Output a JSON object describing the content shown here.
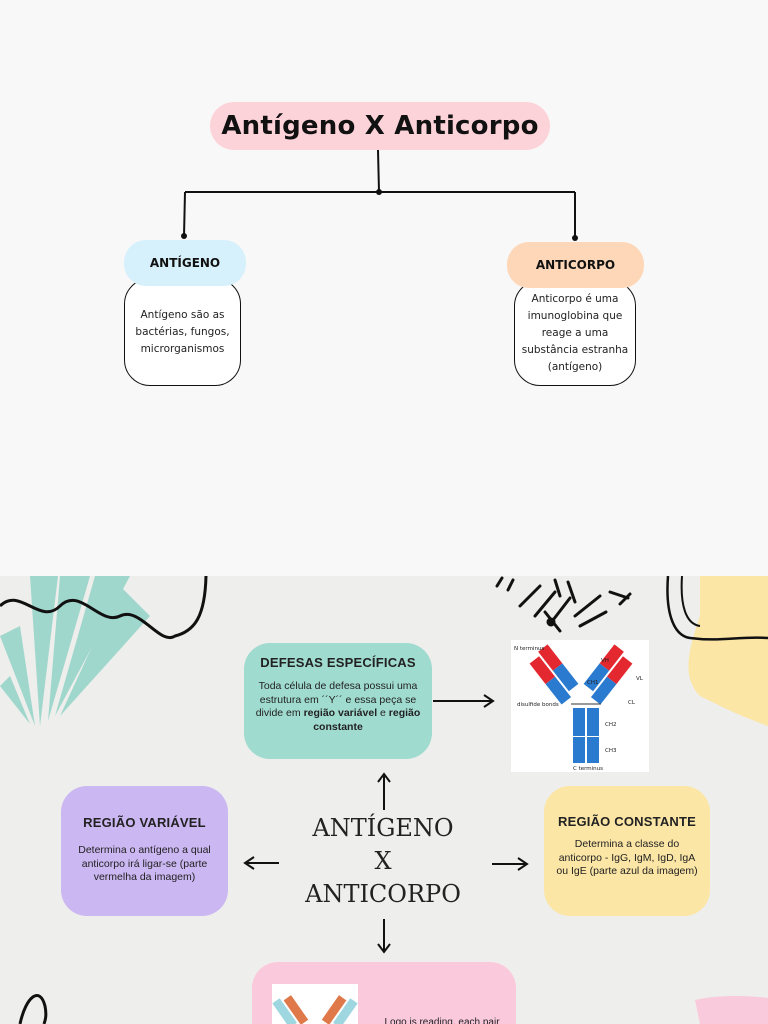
{
  "top_map": {
    "title": "Antígeno X Anticorpo",
    "left": {
      "heading": "ANTÍGENO",
      "text": "Antígeno são as bactérias, fungos, microrganismos",
      "color": "#d6f1fb"
    },
    "right": {
      "heading": "ANTICORPO",
      "text": "Anticorpo é uma imunoglobina que reage a uma substância estranha (antígeno)",
      "color": "#fdd7b8"
    },
    "title_color": "#fdd3da"
  },
  "bottom_map": {
    "center": {
      "line1": "ANTÍGENO",
      "line2": "X",
      "line3": "ANTICORPO"
    },
    "defesas": {
      "heading": "DEFESAS ESPECÍFICAS",
      "text_a": "Toda célula de defesa possui uma estrutura em ´´Y´´ e essa peça se divide em",
      "bold_a": "região variável",
      "joiner": "e",
      "bold_b": "região constante",
      "color": "#a0dbd0"
    },
    "variavel": {
      "heading": "REGIÃO VARIÁVEL",
      "text": "Determina o antígeno a qual anticorpo irá ligar-se (parte vermelha da imagem)",
      "color": "#cbb7f2"
    },
    "constante": {
      "heading": "REGIÃO CONSTANTE",
      "text": "Determina a classe do anticorpo - IgG, IgM, IgD, IgA ou IgE (parte azul da imagem)",
      "color": "#fbe6a6"
    },
    "bottom_card": {
      "text": "Logo is reading, each pair is...",
      "color": "#fbc9dc"
    },
    "figure_labels": {
      "n_terminus": "N terminus",
      "c_terminus": "C terminus",
      "disulfide": "disulfide bonds",
      "vh": "VH",
      "vl": "VL",
      "ch1": "CH1",
      "cl": "CL",
      "ch2": "CH2",
      "ch3": "CH3"
    }
  }
}
